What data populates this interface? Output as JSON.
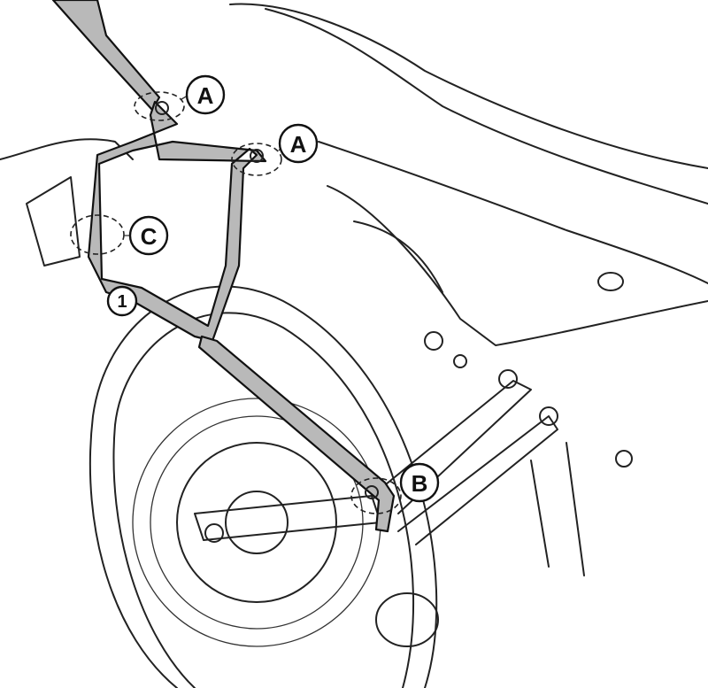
{
  "diagram": {
    "callouts": [
      {
        "id": "A",
        "label": "A"
      },
      {
        "id": "A2",
        "label": "A"
      },
      {
        "id": "C",
        "label": "C"
      },
      {
        "id": "1",
        "label": "1"
      },
      {
        "id": "B",
        "label": "B"
      }
    ],
    "colors": {
      "rack": "#b9b9b9",
      "line": "#222222"
    }
  }
}
